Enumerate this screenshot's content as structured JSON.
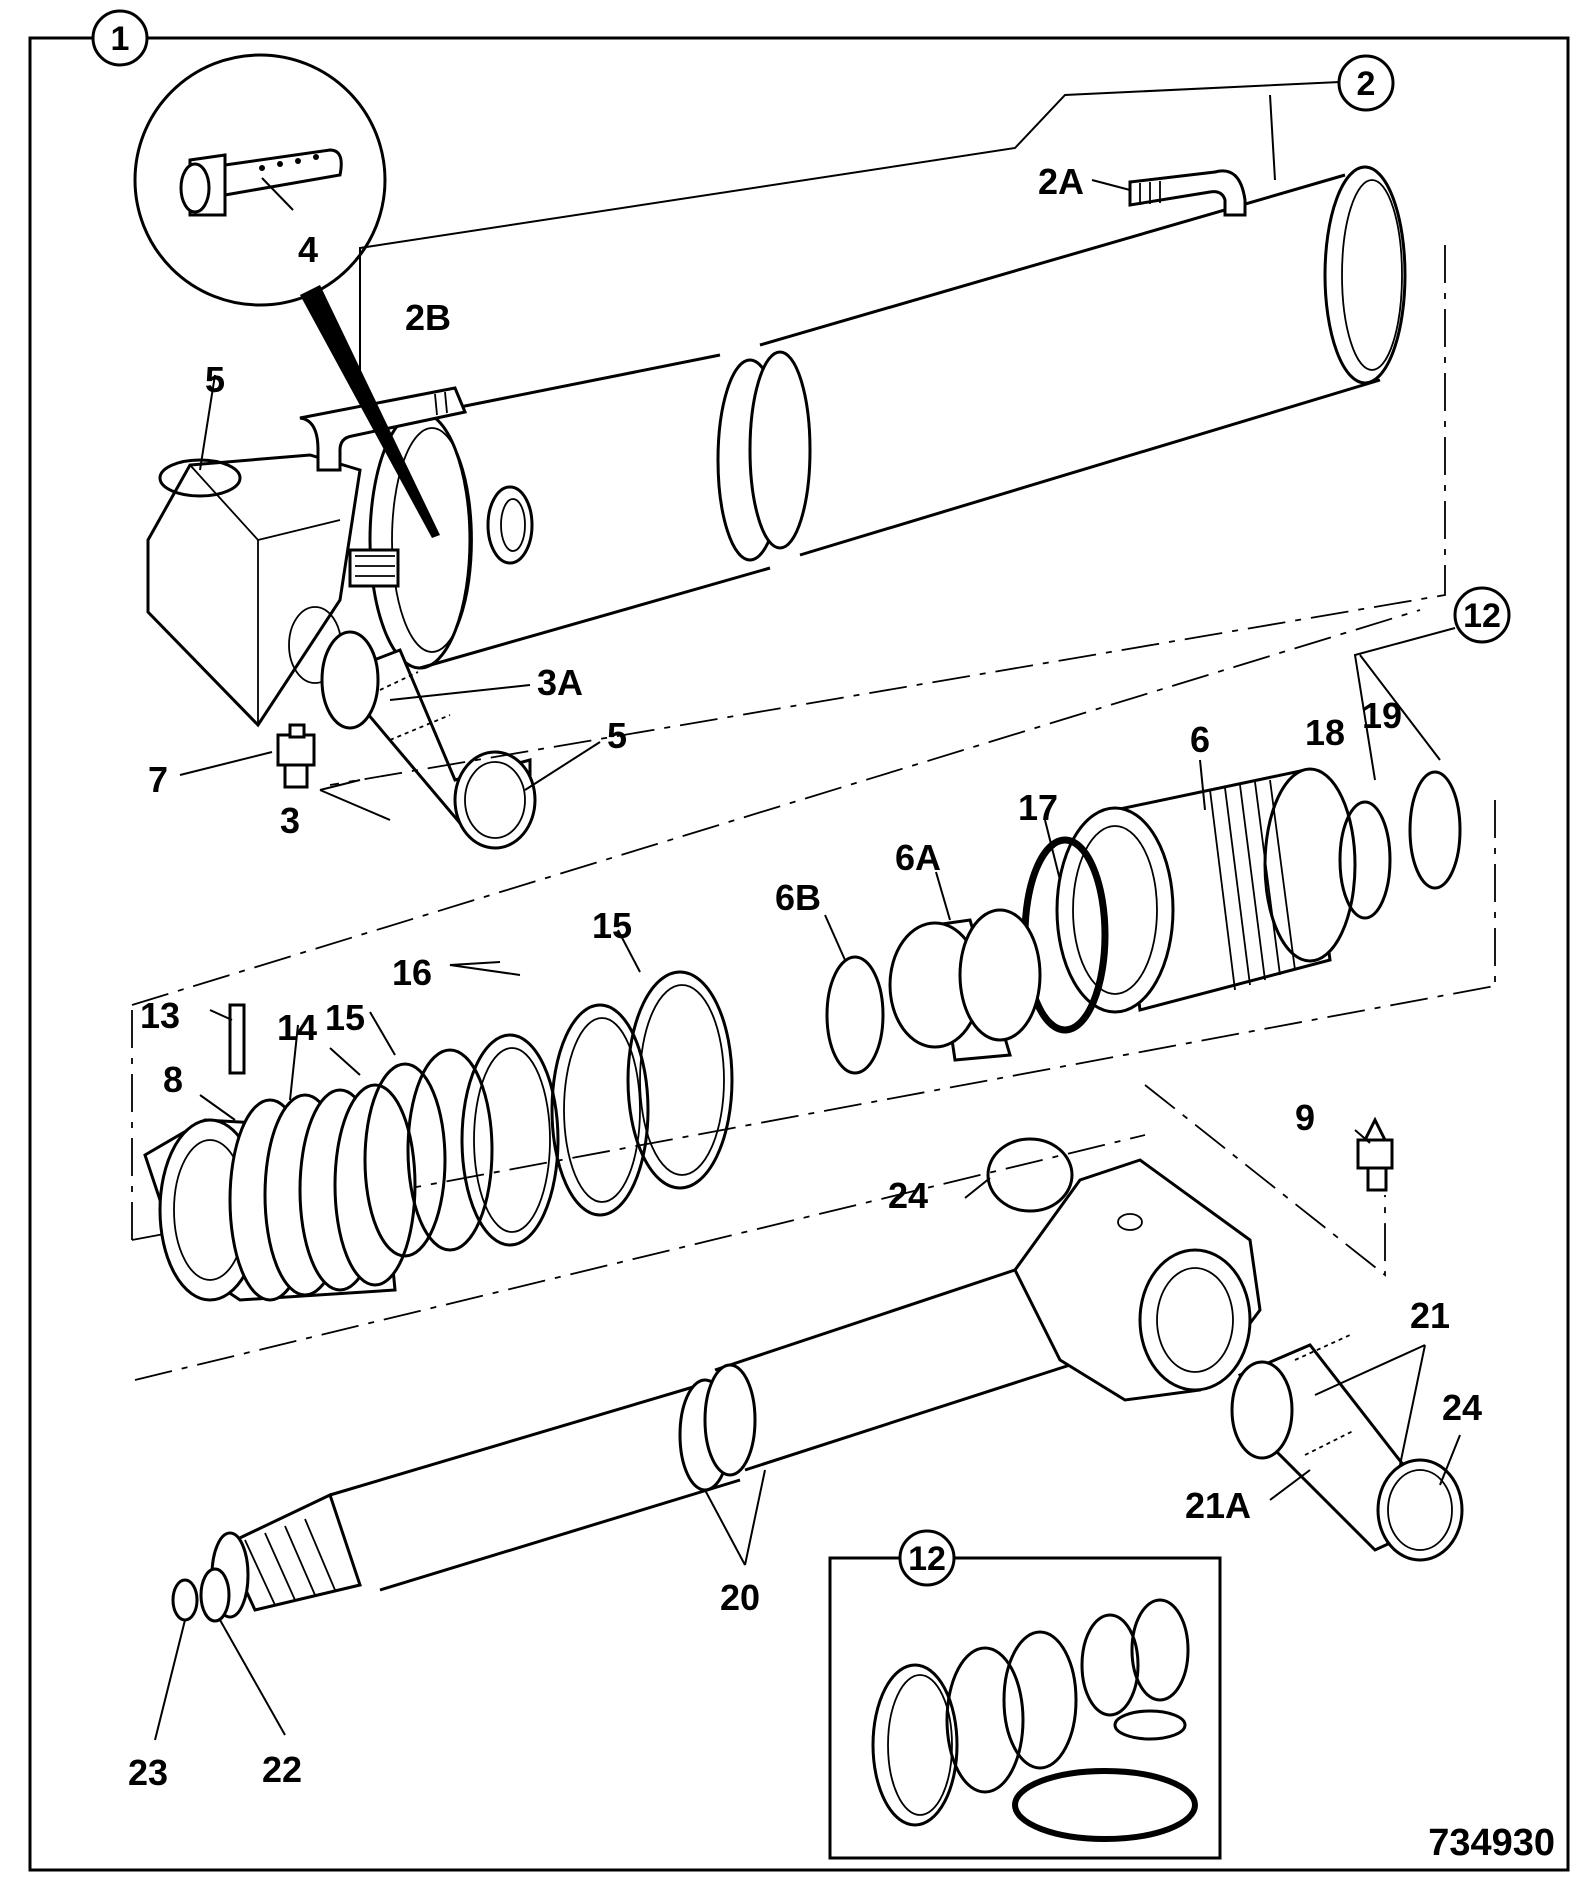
{
  "drawing_number": "734930",
  "callouts": {
    "main_assembly": "1",
    "cylinder_tube": "2",
    "seal_kit": "12",
    "seal_kit_inset": "12"
  },
  "labels": {
    "tube_pipe_a": "2A",
    "tube_pipe_b": "2B",
    "bush": "3",
    "bush_a": "3A",
    "restrictor": "4",
    "seal_5_upper": "5",
    "seal_5_lower": "5",
    "gland": "6",
    "gland_bush": "6A",
    "gland_ring": "6B",
    "grease_nipple_7": "7",
    "piston": "8",
    "grease_nipple_9": "9",
    "pin": "13",
    "seal_14": "14",
    "ring_15_left": "15",
    "ring_15_right": "15",
    "ring_16": "16",
    "o_ring": "17",
    "seal_18": "18",
    "wiper": "19",
    "rod": "20",
    "rod_bush": "21",
    "rod_bush_a": "21A",
    "locknut": "22",
    "circlip": "23",
    "seal_24_top": "24",
    "seal_24_right": "24"
  }
}
